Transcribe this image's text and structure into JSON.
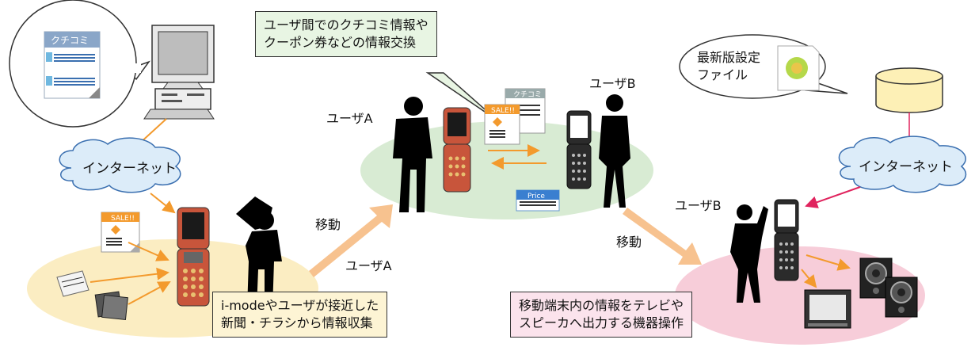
{
  "callouts": {
    "exchange": {
      "line1": "ユーザ間でのクチコミ情報や",
      "line2": "クーポン券などの情報交換",
      "bg": "#e8f5e3"
    },
    "collect": {
      "line1": "i-modeやユーザが接近した",
      "line2": "新聞・チラシから情報収集",
      "bg": "#fdf4d4"
    },
    "operate": {
      "line1": "移動端末内の情報をテレビや",
      "line2": "スピーカへ出力する機器操作",
      "bg": "#fbe3ec"
    }
  },
  "clouds": {
    "left": "インターネット",
    "right": "インターネット"
  },
  "speech": {
    "kuchikomi": "クチコミ",
    "config_line1": "最新版設定",
    "config_line2": "ファイル"
  },
  "users": {
    "a_top": "ユーザA",
    "b_top": "ユーザB",
    "a_move": "ユーザA",
    "b_right": "ユーザB"
  },
  "moves": {
    "left": "移動",
    "right": "移動"
  },
  "flyers": {
    "sale": "SALE!!",
    "sale2": "SALE!!",
    "kuchikomi_small": "クチコミ",
    "price": "Price"
  },
  "colors": {
    "zone_yellow": "#fbedc2",
    "zone_green": "#d8ebd3",
    "zone_pink": "#f7cdd9",
    "cloud": "#dcecf9",
    "arrow_orange": "#f39a2d",
    "move_arrow": "#f7c28f",
    "link_pink": "#e0245e",
    "phone_red": "#c8553b",
    "phone_dark": "#2b2b2b"
  }
}
